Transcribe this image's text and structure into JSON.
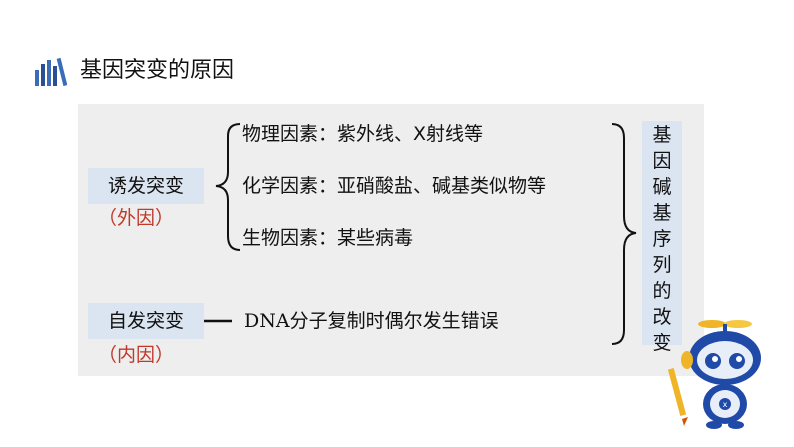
{
  "header": {
    "title": "基因突变的原因",
    "icon": "books-icon"
  },
  "induced": {
    "label": "诱发突变",
    "sub": "（外因）",
    "causes": [
      "物理因素：紫外线、X射线等",
      "化学因素：亚硝酸盐、碱基类似物等",
      "生物因素：某些病毒"
    ]
  },
  "spontaneous": {
    "label": "自发突变",
    "sub": "（内因）",
    "cause": "DNA分子复制时偶尔发生错误"
  },
  "result": [
    "基",
    "因",
    "碱",
    "基",
    "序",
    "列",
    "的",
    "改",
    "变"
  ],
  "colors": {
    "tag_bg": "#dbe5f1",
    "panel_bg": "#eeeeee",
    "sub_text": "#c0392b",
    "robot_blue": "#1f4aa8"
  }
}
